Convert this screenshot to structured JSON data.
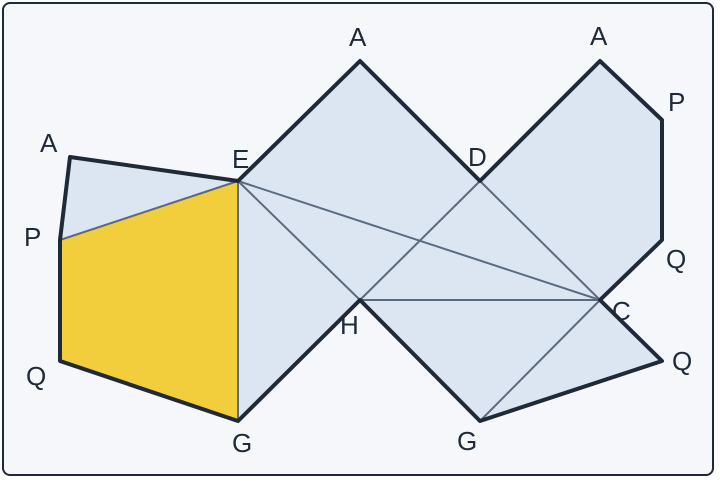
{
  "colors": {
    "face_fill": "#dce6f3",
    "highlight_fill": "#f2cd3c",
    "outline": "#1f2937",
    "fold_line": "#5a6b80",
    "background": "#f5f7fb"
  },
  "labels": {
    "a_left": "A",
    "a_mid": "A",
    "a_right": "A",
    "p_left": "P",
    "p_right": "P",
    "q_left": "Q",
    "q_right_upper": "Q",
    "q_right_lower": "Q",
    "e": "E",
    "d": "D",
    "h": "H",
    "c": "C",
    "g_left": "G",
    "g_right": "G"
  }
}
